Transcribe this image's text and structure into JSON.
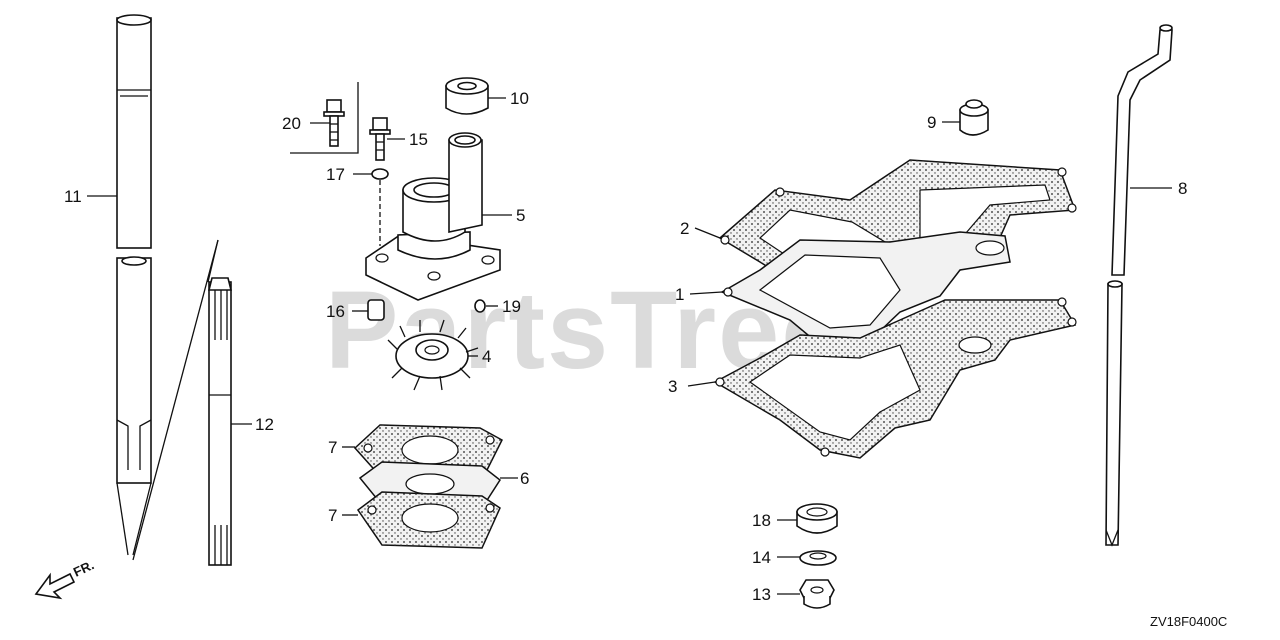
{
  "watermark": "PartsTree",
  "diagram_code": "ZV18F0400C",
  "front_indicator": "FR.",
  "callouts": {
    "p1": "1",
    "p2": "2",
    "p3": "3",
    "p4": "4",
    "p5": "5",
    "p6": "6",
    "p7a": "7",
    "p7b": "7",
    "p8": "8",
    "p9": "9",
    "p10": "10",
    "p11": "11",
    "p12": "12",
    "p13": "13",
    "p14": "14",
    "p15": "15",
    "p16": "16",
    "p17": "17",
    "p18": "18",
    "p19": "19",
    "p20": "20"
  }
}
